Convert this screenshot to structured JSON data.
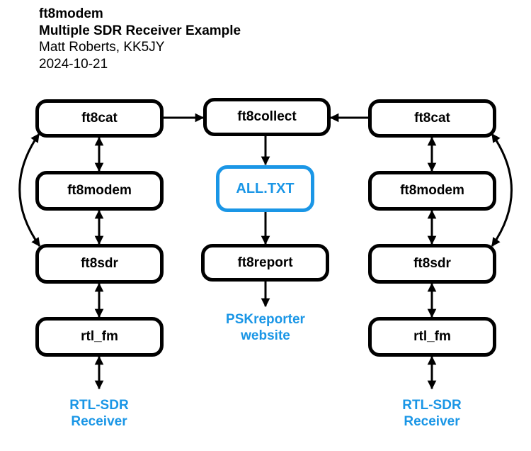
{
  "header": {
    "title": "ft8modem",
    "subtitle": "Multiple SDR Receiver Example",
    "author": "Matt Roberts, KK5JY",
    "date": "2024-10-21"
  },
  "colors": {
    "stroke": "#000000",
    "accent": "#1a96e6"
  },
  "left_chain": {
    "cat": "ft8cat",
    "modem": "ft8modem",
    "sdr": "ft8sdr",
    "fm": "rtl_fm",
    "receiver_line1": "RTL-SDR",
    "receiver_line2": "Receiver"
  },
  "center_chain": {
    "collect": "ft8collect",
    "file": "ALL.TXT",
    "report": "ft8report",
    "site_line1": "PSKreporter",
    "site_line2": "website"
  },
  "right_chain": {
    "cat": "ft8cat",
    "modem": "ft8modem",
    "sdr": "ft8sdr",
    "fm": "rtl_fm",
    "receiver_line1": "RTL-SDR",
    "receiver_line2": "Receiver"
  }
}
